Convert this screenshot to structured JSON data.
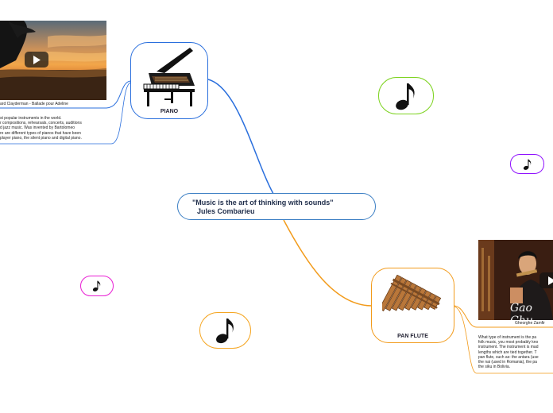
{
  "central_topic": {
    "line1": "\"Music is the art of thinking with sounds\"",
    "line2": "Jules Combarieu"
  },
  "piano": {
    "label": "PIANO",
    "video_caption": "ard Clayderman - Ballade pour Adeline",
    "description": [
      "st popular instruments in the world.",
      "r compositions, rehearsals, concerts, auditions",
      "d jazz music.  Was invented by Bartolomeo",
      "re are different types of pianos that have been",
      "player piano, the silent piano and digital piano."
    ]
  },
  "pan_flute": {
    "label": "PAN FLUTE",
    "video_caption": "Gheorghe Zamfir",
    "video_title": "Gao Chu",
    "description": [
      "What type of instrument is the pa",
      "folk music, you most probably kno",
      "instrument. The instrument is mad",
      "lengths which are tied together. T",
      "pan flute, such as: the antara (use",
      "the nai (used in Romania), the pa",
      "the siku in Bolivia."
    ]
  },
  "note_nodes": [
    {
      "icon": "music-note-icon",
      "color": "#7ed321"
    },
    {
      "icon": "music-note-icon",
      "color": "#9013fe"
    },
    {
      "icon": "music-note-icon",
      "color": "#e91ed4"
    },
    {
      "icon": "music-note-icon",
      "color": "#f5a623"
    }
  ],
  "colors": {
    "piano_branch": "#2a6fdd",
    "flute_branch": "#f29b1b",
    "central_border": "#3c7fc4"
  }
}
